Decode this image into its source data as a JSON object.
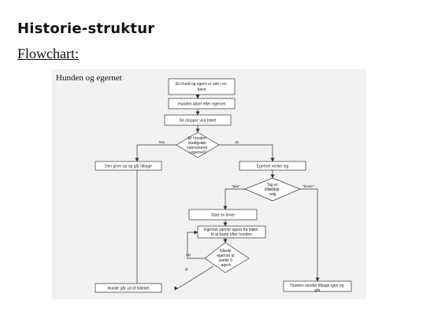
{
  "document": {
    "heading": "Historie-struktur",
    "subheading": "Flowchart:"
  },
  "flowchart": {
    "title": "Hunden og egernet",
    "nodes": {
      "start": [
        "En hund og egern er ude i en",
        "have"
      ],
      "chase": [
        "Hunden løber efter egernet"
      ],
      "stop": [
        "De stopper ved træet"
      ],
      "decision_interest": [
        "Er hunden",
        "stadigvæk",
        "interesseret",
        "i egernet?"
      ],
      "give_up": [
        "Den giver op og går tilbage"
      ],
      "squirrel_stays": [
        "Egernet venter sig"
      ],
      "decision_choice": [
        "Tag et",
        "tilfældigt",
        "valg"
      ],
      "timer": [
        "Start en timer"
      ],
      "collect": [
        "Egernet samler agern fra træet",
        "til at kaste efter hunden"
      ],
      "decision_count": [
        "Nåede",
        "egernet at",
        "samle 5",
        "agern"
      ],
      "dog_leaves": [
        "Hunde går ud af billedet"
      ],
      "dog_returns": [
        "Hunden vender tilbage igen og",
        "går"
      ]
    },
    "edge_labels": {
      "no_left": "Nej",
      "yes_right": "Ja",
      "choice_left": "\"plat\"",
      "choice_right": "\"krone\"",
      "count_no": "nej",
      "count_yes": "ja"
    }
  }
}
